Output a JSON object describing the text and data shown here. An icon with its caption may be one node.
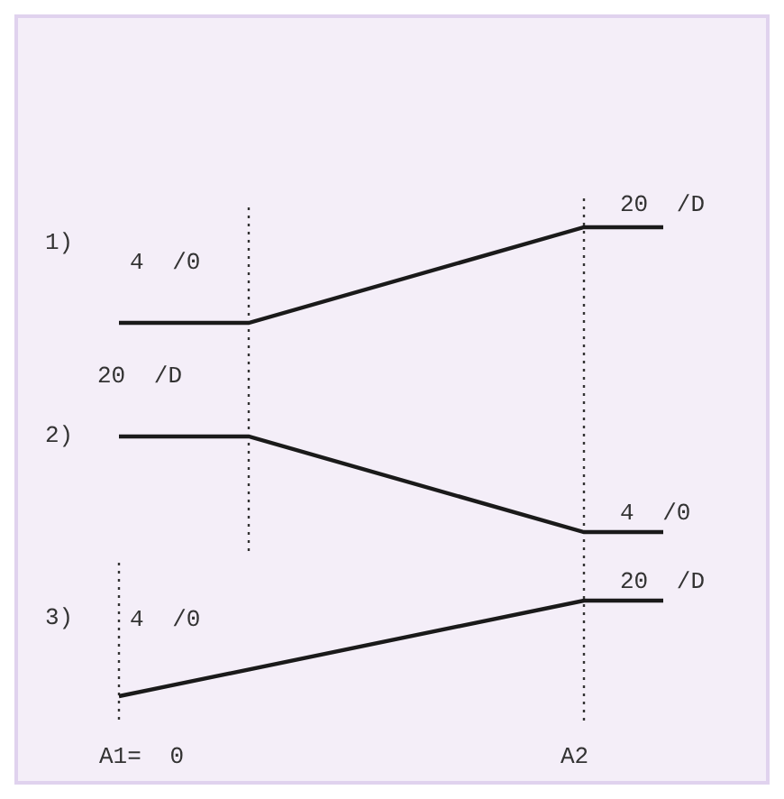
{
  "diagram": {
    "labels": [
      "20 /D",
      "1)",
      "4 /0",
      "20 /D",
      "2)",
      "4 /0",
      "20 /D",
      "3)",
      "4 /0",
      "A1= 0",
      "A2"
    ]
  }
}
